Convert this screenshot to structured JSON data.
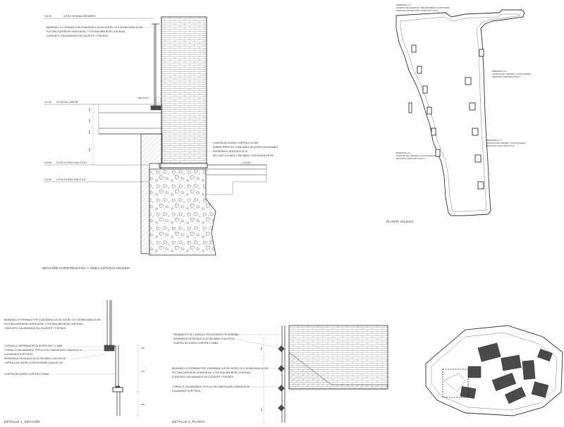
{
  "section": {
    "levels": [
      {
        "value": "+15.30",
        "label": "COTA CORONACIÓN MURO"
      },
      {
        "value": "+14.45",
        "label": "COTA DEL JARDÍN"
      },
      {
        "value": "+13.55",
        "label": "COTA IGLESIA SIGLO XVII"
      },
      {
        "value": "+12.90",
        "label": "COTA IGLESIA SIGLO XVI"
      }
    ],
    "railing_note": [
      "BARANDILLA FORMADA POR CUADRADILLOS DE ACERO 20 X 20 MM CADA 12 CM",
      "PLETINA SUPERIOR HORIZONTAL Y PLETINA INFERIOR CONTINUA",
      "CONJUNTO GALVANIZADO EN CALIENTE Y PINTADO"
    ],
    "detail_ref": "DETALLE 1",
    "wall_notes": [
      "CHAPÓN DE ACERO CORTEN E:10 MM",
      "SOBRE PERFILES TUBULARES DE ACERO INOXIDABLE",
      "ESPÁRRAGO ROSCADO M-10",
      "SELLADO A CHAPA Y RECIBIDO CON RESINA EPOXI"
    ],
    "level_right": "+13.55",
    "dims": [
      "020",
      "045",
      "030",
      "050"
    ],
    "title": "SECCIÓN CONSTRUCTIVA Y ÁREA ANTIGUA IGLESIA"
  },
  "plan": {
    "title": "PLANTA IGLESIA",
    "notes": [
      {
        "lines": [
          "BARANDILLA 3",
          "CHAPÓN DE ACERO E: CON PROMEDIO PORTOLEZA",
          "ANDAMIO DE SECCIÓN CONSTRUCTIVA 1"
        ]
      },
      {
        "lines": [
          "BARANDILLA 2",
          "CHAPÓN DE CORTEN Y COTA IGLESIA",
          "SECCIÓN CONSTRUCTIVA 1"
        ]
      },
      {
        "lines": [
          "BARANDILLA 1",
          "CHAPÓN DE CORTEN Y COTA IGLESIA",
          "SECCIÓN CONSTRUCTIVA 1"
        ]
      },
      {
        "lines": [
          "BARANDILLA 1",
          "CHAPÓN DE CORTEN A COTA IGLESIA",
          "SECCIÓN CONSTRUCTIVA 1"
        ]
      }
    ]
  },
  "detail1_section": {
    "title": "DETALLE 1_SECCIÓN",
    "notes_top": [
      "BARANDILLA FORMADA POR CUADRADILLOS DE ACERO 20 X 20 MM CADA 12 CM",
      "PLETINA SUPERIOR HORIZONTAL Y PLETINA INFERIOR CONTINUA",
      "CONJUNTO GALVANIZADO EN CALIENTE Y PINTADO"
    ],
    "notes_mid": [
      "CASQUILLO SEPARADOR DE ACERO 50X7 X 6MM",
      "TORNILLO GALVANIZADO TIPO ALLEN CABEZA AVELLANADA M-10",
      "6 UNIDADES POR PIEZA",
      "ESPÁRRAGO ROSCADO M-10 RECIBIDO CON EPOXI",
      "CAPSULA DE ACERO CORTEN 50MM CADA 40 CM"
    ],
    "note_bottom": "CHAPÓN DE ACERO CORTEN E:10MM",
    "dims": [
      "020",
      "120",
      "050"
    ]
  },
  "detail1_plan": {
    "title": "DETALLE 1_PLANTA",
    "notes_top": [
      "PARAMENTO DE LADRILLO PROCEDENTE DE DERRIBO",
      "ESPÁRRAGO ROSCADO M-10 RECIBIDO CON EPOXI",
      "CHAPÓN DE ACERO CORTEN E:10MM"
    ],
    "notes_mid": [
      "BARANDILLA FORMADA POR CUADRADILLOS DE ACERO 20 X 20 MM CADA 12 CM",
      "PLETINA SUPERIOR HORIZONTAL Y PLETINA INFERIOR CONTINUA",
      "CONJUNTO GALVANIZADO EN CALIENTE Y PINTADO"
    ],
    "notes_bottom": [
      "TORNILLO GALVANIZADO TIPO ALLEN CABEZA AVELLANADA M-10",
      "6 UNIDADES POR PIEZA"
    ],
    "dims": [
      "050",
      "120"
    ]
  }
}
